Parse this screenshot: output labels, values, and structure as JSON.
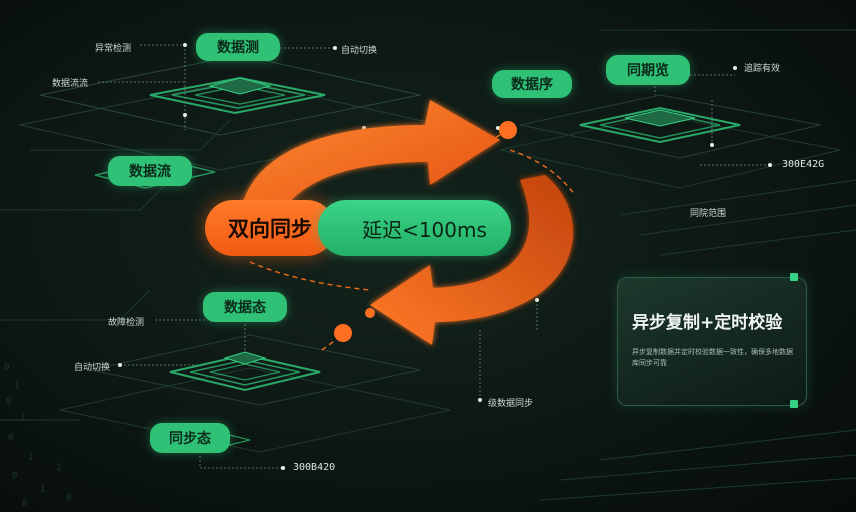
{
  "hero": {
    "orange_label": "双向同步",
    "green_label": "延迟<100ms"
  },
  "nodes": {
    "top_left": "数据测",
    "left_mid": "数据流",
    "top_center": "数据序",
    "top_right": "同期览",
    "bottom_mid": "数据态",
    "bottom_left": "同步态"
  },
  "labels": {
    "tl_fault": "异常检测",
    "tl_auto": "自动切换",
    "tl_flow": "数据流流",
    "tr_track": "追踪有效",
    "tr_range": "同院范围",
    "bl_fault": "故障检测",
    "bl_auto": "自动切换",
    "bc_sync": "级数据同步"
  },
  "codes": {
    "right": "300E42G",
    "bottom": "300B420"
  },
  "panel": {
    "title": "异步复制+定时校验",
    "desc": "异步复制数据并定时校验数据一致性，确保多地数据库同步可靠"
  },
  "colors": {
    "orange": "#f26a1b",
    "green": "#2fc276",
    "background": "#0d1714"
  }
}
